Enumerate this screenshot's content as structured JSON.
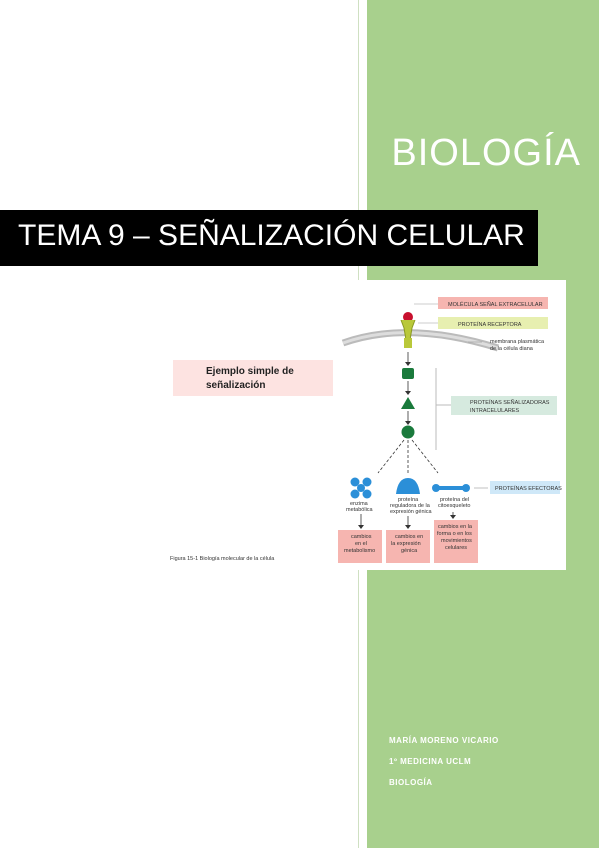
{
  "subject": "BIOLOGÍA",
  "title": "TEMA 9 – SEÑALIZACIÓN CELULAR",
  "figure": {
    "heading_line1": "Ejemplo simple de",
    "heading_line2": "señalización",
    "caption": "Figura 15-1  Biología molecular de la célula",
    "tags": {
      "signal": "MOLÉCULA SEÑAL EXTRACELULAR",
      "receptor": "PROTEÍNA RECEPTORA",
      "membrane_l1": "membrana plasmática",
      "membrane_l2": "de la célula diana",
      "intracellular_l1": "PROTEÍNAS SEÑALIZADORAS",
      "intracellular_l2": "INTRACELULARES",
      "effectors": "PROTEÍNAS EFECTORAS"
    },
    "effector_labels": [
      {
        "l1": "enzima",
        "l2": "metabólica"
      },
      {
        "l1": "proteína",
        "l2": "reguladora de la",
        "l3": "expresión génica"
      },
      {
        "l1": "proteína del",
        "l2": "citoesqueleto"
      }
    ],
    "outcomes": [
      {
        "l1": "cambios",
        "l2": "en el",
        "l3": "metabolismo"
      },
      {
        "l1": "cambios en",
        "l2": "la expresión",
        "l3": "génica"
      },
      {
        "l1": "cambios en la",
        "l2": "forma o en los",
        "l3": "movimientos",
        "l4": "celulares"
      }
    ]
  },
  "meta": {
    "author": "MARÍA MORENO VICARIO",
    "course": "1º MEDICINA UCLM",
    "subject": "BIOLOGÍA"
  },
  "colors": {
    "green_panel": "#a8d08d",
    "banner": "#000000",
    "pink_box": "#fde3e1",
    "dark_green": "#1a7a3c",
    "blue": "#2b8fd8"
  }
}
